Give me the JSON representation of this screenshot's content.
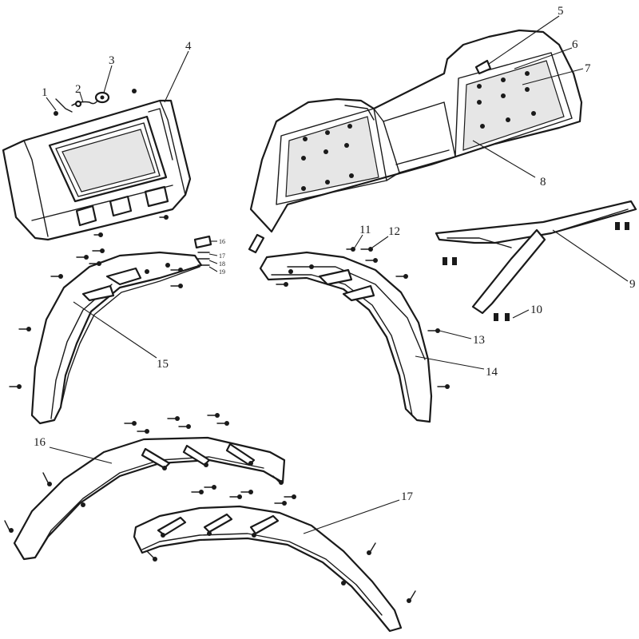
{
  "callouts": {
    "c1": "1",
    "c2": "2",
    "c3": "3",
    "c4": "4",
    "c5": "5",
    "c6": "6",
    "c7": "7",
    "c8": "8",
    "c9": "9",
    "c10": "10",
    "c11": "11",
    "c12": "12",
    "c13": "13",
    "c14": "14",
    "c15": "15",
    "c16": "16",
    "c17": "17",
    "s16": "16",
    "s17": "17",
    "s18": "18",
    "s19": "19"
  }
}
